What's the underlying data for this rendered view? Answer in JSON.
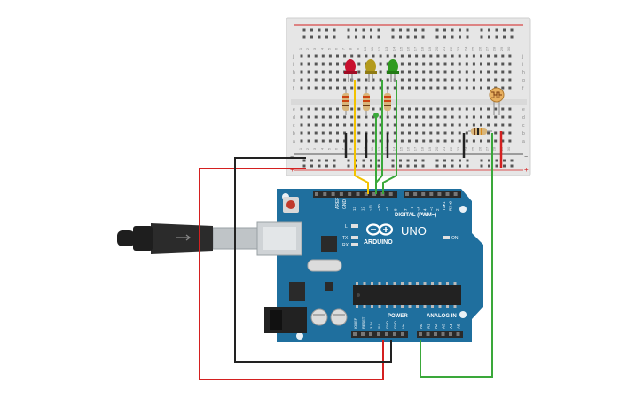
{
  "board": {
    "digital_label": "DIGITAL (PWM~)",
    "power_label": "POWER",
    "analog_label": "ANALOG IN",
    "logo_text": "ARDUINO",
    "model": "UNO",
    "on_label": "ON",
    "tx_label": "TX",
    "rx_label": "RX",
    "l_label": "L",
    "aref_label": "AREF",
    "gnd_label": "GND",
    "top_pins": [
      "13",
      "12",
      "~11",
      "~10",
      "~9",
      "8",
      "7",
      "~6",
      "~5",
      "4",
      "~3",
      "2",
      "TX▸1",
      "RX◂0"
    ],
    "power_pins": [
      "IOREF",
      "RESET",
      "3.3V",
      "5V",
      "GND",
      "GND",
      "Vin"
    ],
    "analog_pins": [
      "A0",
      "A1",
      "A2",
      "A3",
      "A4",
      "A5"
    ]
  },
  "breadboard": {
    "row_letters_top": [
      "j",
      "i",
      "h",
      "g",
      "f"
    ],
    "row_letters_bottom": [
      "e",
      "d",
      "c",
      "b",
      "a"
    ],
    "column_numbers": [
      "1",
      "2",
      "3",
      "4",
      "5",
      "6",
      "7",
      "8",
      "9",
      "10",
      "11",
      "12",
      "13",
      "14",
      "15",
      "16",
      "17",
      "18",
      "19",
      "20",
      "21",
      "22",
      "23",
      "24",
      "25",
      "26",
      "27",
      "28",
      "29",
      "30"
    ]
  },
  "components": {
    "leds": [
      {
        "name": "red-led",
        "color": "#c8102e"
      },
      {
        "name": "yellow-led",
        "color": "#b39a1c"
      },
      {
        "name": "green-led",
        "color": "#2e9a1e"
      }
    ],
    "photoresistor": "photoresistor"
  },
  "colors": {
    "board": "#1f6f9e",
    "board_dark": "#185a82",
    "header": "#2a2a2a",
    "breadboard": "#e9e9e9",
    "wire_red": "#d42020",
    "wire_black": "#222222",
    "wire_yellow": "#f2c200",
    "wire_green": "#3aa83a"
  }
}
